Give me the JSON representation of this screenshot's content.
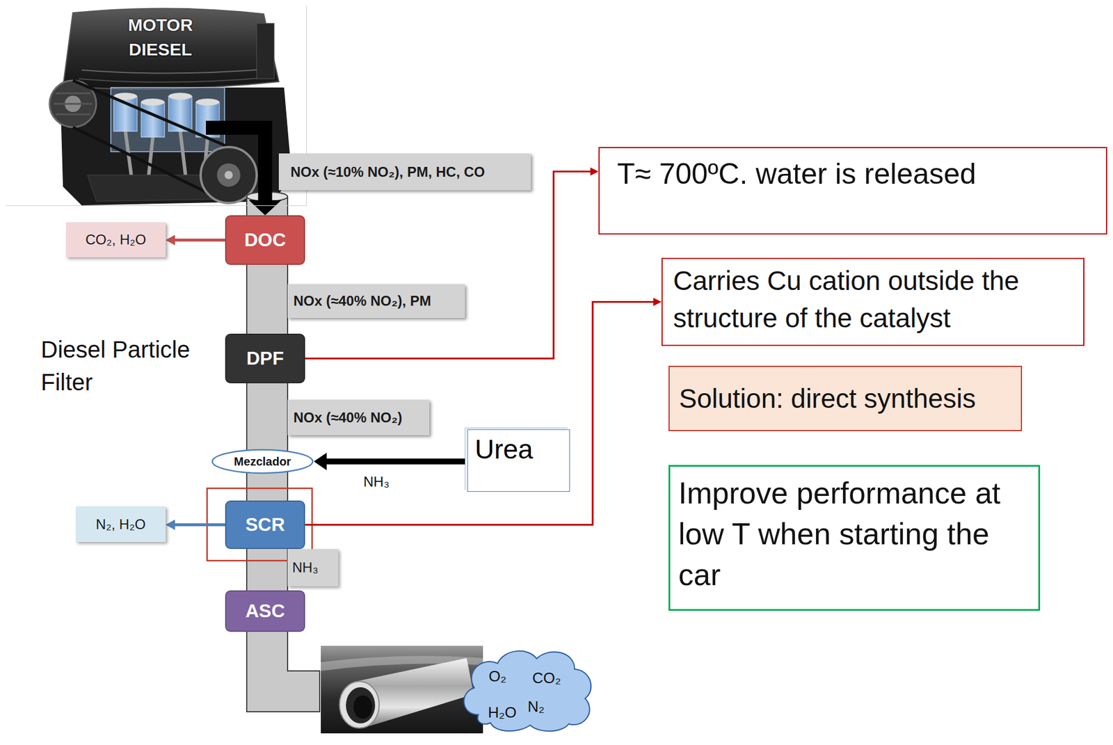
{
  "diagram": {
    "nodes": [
      {
        "text": [
          "MOTOR DIESEL"
        ]
      },
      {
        "text": [
          "NOx (≈10% NO₂), PM, HC, CO"
        ]
      },
      {
        "text": [
          "T≈ 700ºC. water is released"
        ]
      },
      {
        "text": [
          "CO₂, H₂O"
        ]
      },
      {
        "text": [
          "DOC"
        ]
      },
      {
        "text": [
          "NOx (≈40% NO₂), PM"
        ]
      },
      {
        "text": [
          "Carries Cu cation outside the structure of the catalyst"
        ]
      },
      {
        "text": [
          "DPF"
        ]
      },
      {
        "text": [
          "Solution: direct synthesis"
        ]
      },
      {
        "text": [
          "NOx (≈40% NO₂)"
        ]
      },
      {
        "text": [
          "Urea"
        ]
      },
      {
        "text": [
          "Mezclador"
        ]
      },
      {
        "text": [
          "N₂, H₂O"
        ]
      },
      {
        "text": [
          "SCR"
        ]
      },
      {
        "text": [
          "Improve performance at low T when starting the car"
        ]
      },
      {
        "text": [
          "NH₃"
        ]
      },
      {
        "text": [
          "ASC"
        ]
      },
      {
        "text": [
          "O₂",
          "CO₂",
          "H₂O",
          "N₂"
        ]
      }
    ],
    "edges": [
      {
        "from": 0,
        "to": 4,
        "arrow": "to"
      },
      {
        "from": 4,
        "to": 3,
        "arrow": "to"
      },
      {
        "from": 7,
        "to": 2,
        "arrow": "to"
      },
      {
        "from": 13,
        "to": 6,
        "arrow": "to"
      },
      {
        "from": 10,
        "to": 11,
        "arrow": "to"
      },
      {
        "from": 13,
        "to": 12,
        "arrow": "to"
      }
    ],
    "labels": [
      "Diesel Particle Filter",
      "NH₃"
    ]
  }
}
